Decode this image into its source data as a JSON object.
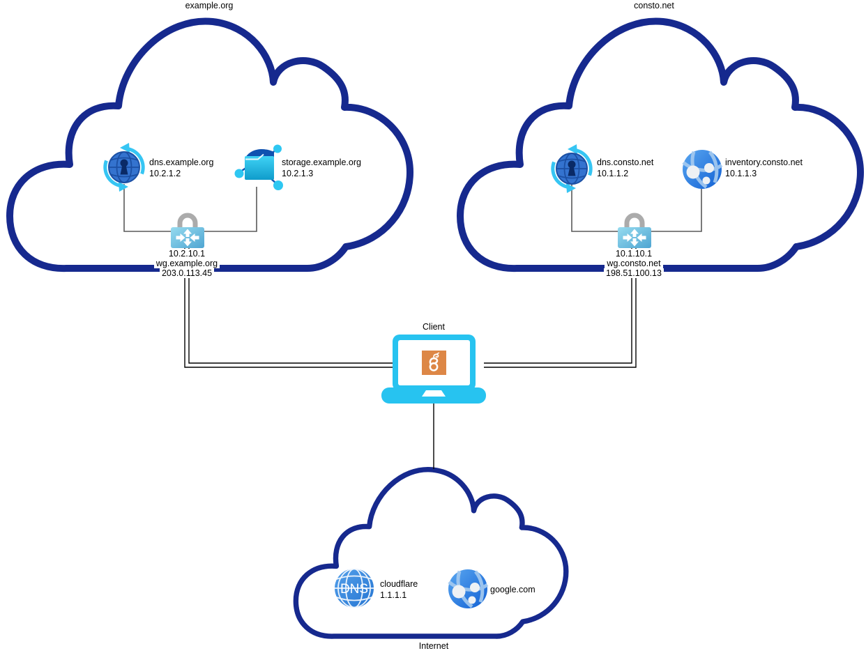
{
  "diagram": {
    "colors": {
      "cloud_outline": "#16298e",
      "connector_gray": "#595959",
      "tunnel_black": "#000000",
      "laptop_cyan": "#27c3f0",
      "wireguard_orange": "#dd8746",
      "gateway_blue": "#6cc0e0",
      "azure_blue": "#2f85dd"
    },
    "icons": {
      "dns_zone": "globe-keyhole-sync-icon",
      "file_share": "folder-network-icon",
      "web_app": "blue-sphere-network-icon",
      "dns_globe": "globe-dns-icon",
      "vpn_gateway": "padlock-router-icon",
      "client_device": "laptop-icon",
      "wireguard": "wireguard-dragon-logo"
    },
    "clouds": {
      "example": {
        "title": "example.org",
        "dns": {
          "name": "dns.example.org",
          "ip": "10.2.1.2"
        },
        "storage": {
          "name": "storage.example.org",
          "ip": "10.2.1.3"
        },
        "gateway": {
          "internal_ip": "10.2.10.1",
          "name": "wg.example.org",
          "public_ip": "203.0.113.45"
        }
      },
      "consto": {
        "title": "consto.net",
        "dns": {
          "name": "dns.consto.net",
          "ip": "10.1.1.2"
        },
        "inventory": {
          "name": "inventory.consto.net",
          "ip": "10.1.1.3"
        },
        "gateway": {
          "internal_ip": "10.1.10.1",
          "name": "wg.consto.net",
          "public_ip": "198.51.100.13"
        }
      },
      "internet": {
        "title": "Internet",
        "cloudflare": {
          "name": "cloudflare",
          "ip": "1.1.1.1",
          "icon_text": "DNS"
        },
        "google": {
          "name": "google.com"
        }
      }
    },
    "client": {
      "label": "Client"
    }
  }
}
